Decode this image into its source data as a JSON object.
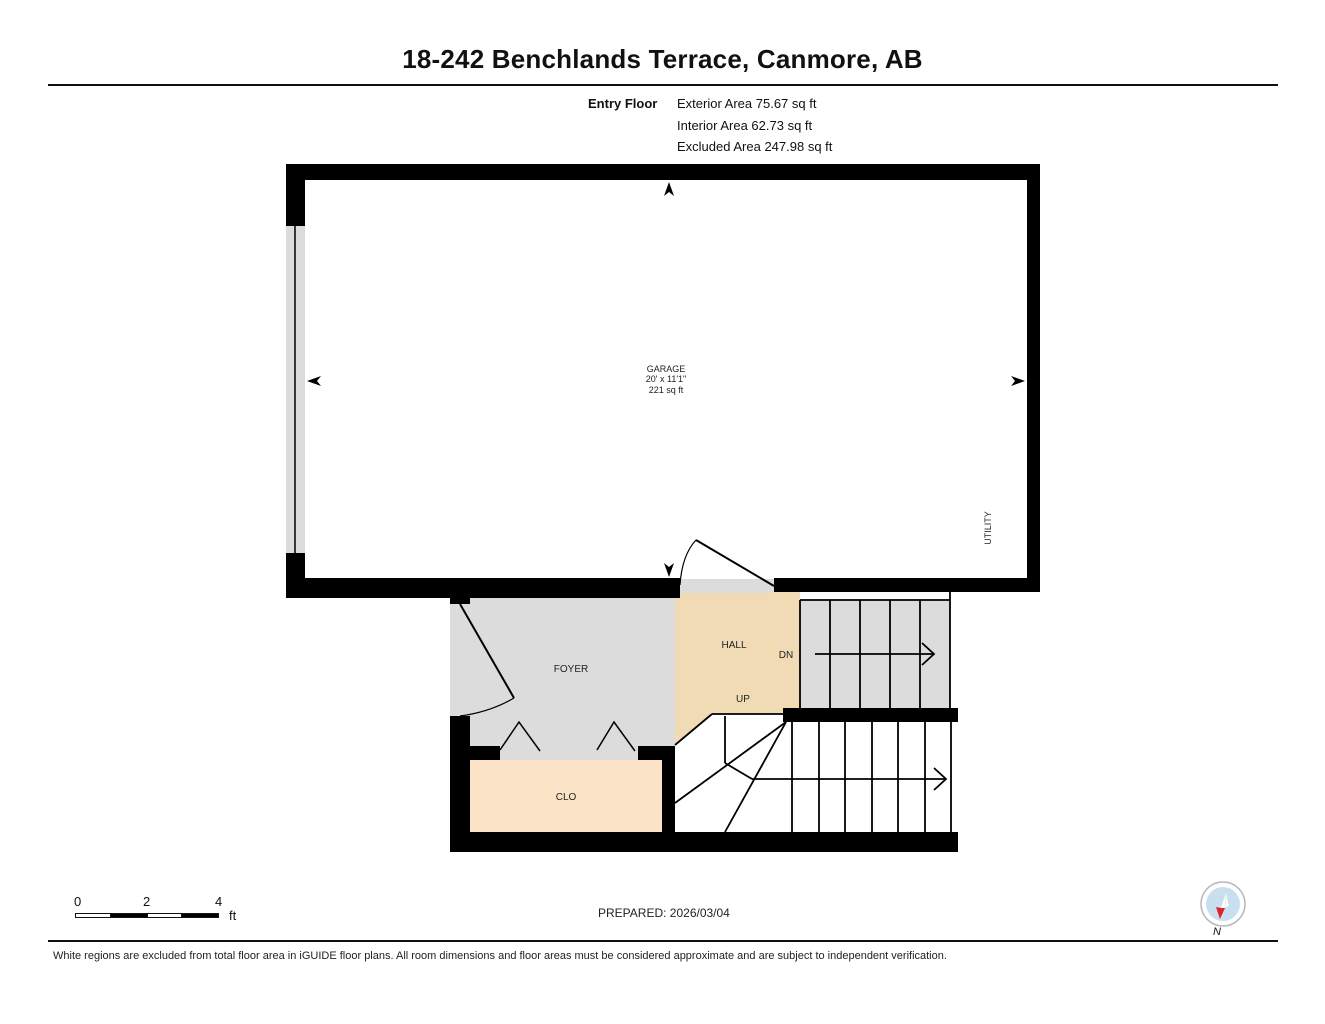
{
  "header": {
    "title": "18-242 Benchlands Terrace, Canmore, AB"
  },
  "area_summary": {
    "floor_name": "Entry Floor",
    "lines": [
      "Exterior Area 75.67 sq ft",
      "Interior Area 62.73 sq ft",
      "Excluded Area 247.98 sq ft"
    ]
  },
  "rooms": {
    "garage": {
      "name": "GARAGE",
      "dimensions": "20' x 11'1\"",
      "area": "221 sq ft"
    },
    "utility": {
      "name": "UTILITY"
    },
    "foyer": {
      "name": "FOYER"
    },
    "hall": {
      "name": "HALL"
    },
    "closet": {
      "name": "CLO"
    },
    "stairs_down": {
      "label": "DN"
    },
    "stairs_up": {
      "label": "UP"
    }
  },
  "colors": {
    "wall": "#000000",
    "excluded_gray": "#dcdcdc",
    "hall_fill": "#f0dbb5",
    "closet_fill": "#fbe3c7",
    "compass_ring": "#c8dff0",
    "compass_needle": "#e0202a"
  },
  "scale_bar": {
    "ticks": [
      "0",
      "2",
      "4"
    ],
    "unit": "ft"
  },
  "compass": {
    "label": "N"
  },
  "footer": {
    "prepared": "PREPARED: 2026/03/04",
    "disclaimer": "White regions are excluded from total floor area in iGUIDE floor plans. All room dimensions and floor areas must be considered approximate and are subject to independent verification."
  }
}
